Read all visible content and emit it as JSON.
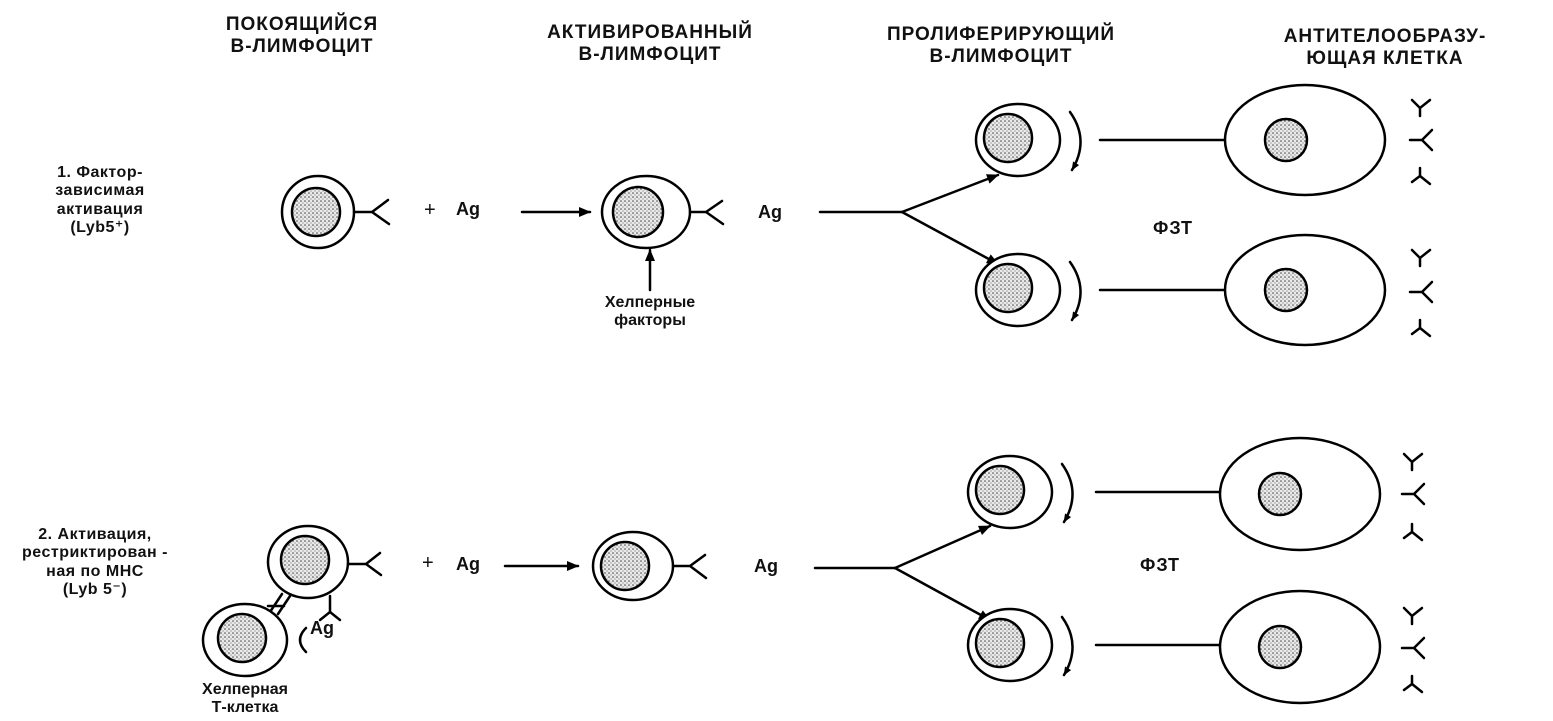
{
  "headers": {
    "resting": [
      "ПОКОЯЩИЙСЯ",
      "В-ЛИМФОЦИТ"
    ],
    "activated": [
      "АКТИВИРОВАННЫЙ",
      "В-ЛИМФОЦИТ"
    ],
    "proliferating": [
      "ПРОЛИФЕРИРУЮЩИЙ",
      "В-ЛИМФОЦИТ"
    ],
    "antibody_forming": [
      "АНТИТЕЛООБРАЗУ-",
      "ЮЩАЯ КЛЕТКА"
    ]
  },
  "row1": {
    "label": [
      "1. Фактор-",
      "зависимая",
      "активация",
      "(Lyb5⁺)"
    ],
    "plus": "+",
    "ag": "Ag",
    "ag_after": "Ag",
    "helper_factors": [
      "Хелперные",
      "факторы"
    ],
    "fzt": "ФЗТ"
  },
  "row2": {
    "label": [
      "2. Активация,",
      "рестриктирован -",
      "ная по МНС",
      "(Lyb 5⁻)"
    ],
    "plus": "+",
    "ag": "Ag",
    "ag_bound": "Ag",
    "ag_after": "Ag",
    "helper_t_cell": [
      "Хелперная",
      "Т-клетка"
    ],
    "fzt": "ФЗТ"
  }
}
